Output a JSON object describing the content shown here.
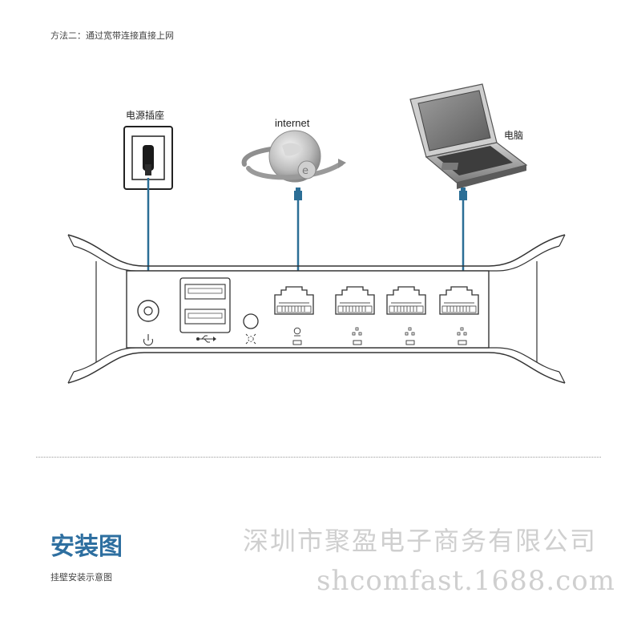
{
  "header": {
    "method_title": "方法二：通过宽带连接直接上网"
  },
  "labels": {
    "power_socket": "电源插座",
    "internet": "internet",
    "computer": "电脑"
  },
  "install": {
    "title": "安装图",
    "subtitle": "挂壁安装示意图"
  },
  "watermark": {
    "company": "深圳市聚盈电子商务有限公司",
    "site": "shcomfast.1688.com"
  },
  "colors": {
    "cable": "#2b6e96",
    "accent_title": "#2e6fa0",
    "device_outline": "#333333"
  },
  "icons": [
    "power-icon",
    "usb-icon",
    "reset-icon",
    "wan-globe-icon",
    "lan-network-icon"
  ]
}
